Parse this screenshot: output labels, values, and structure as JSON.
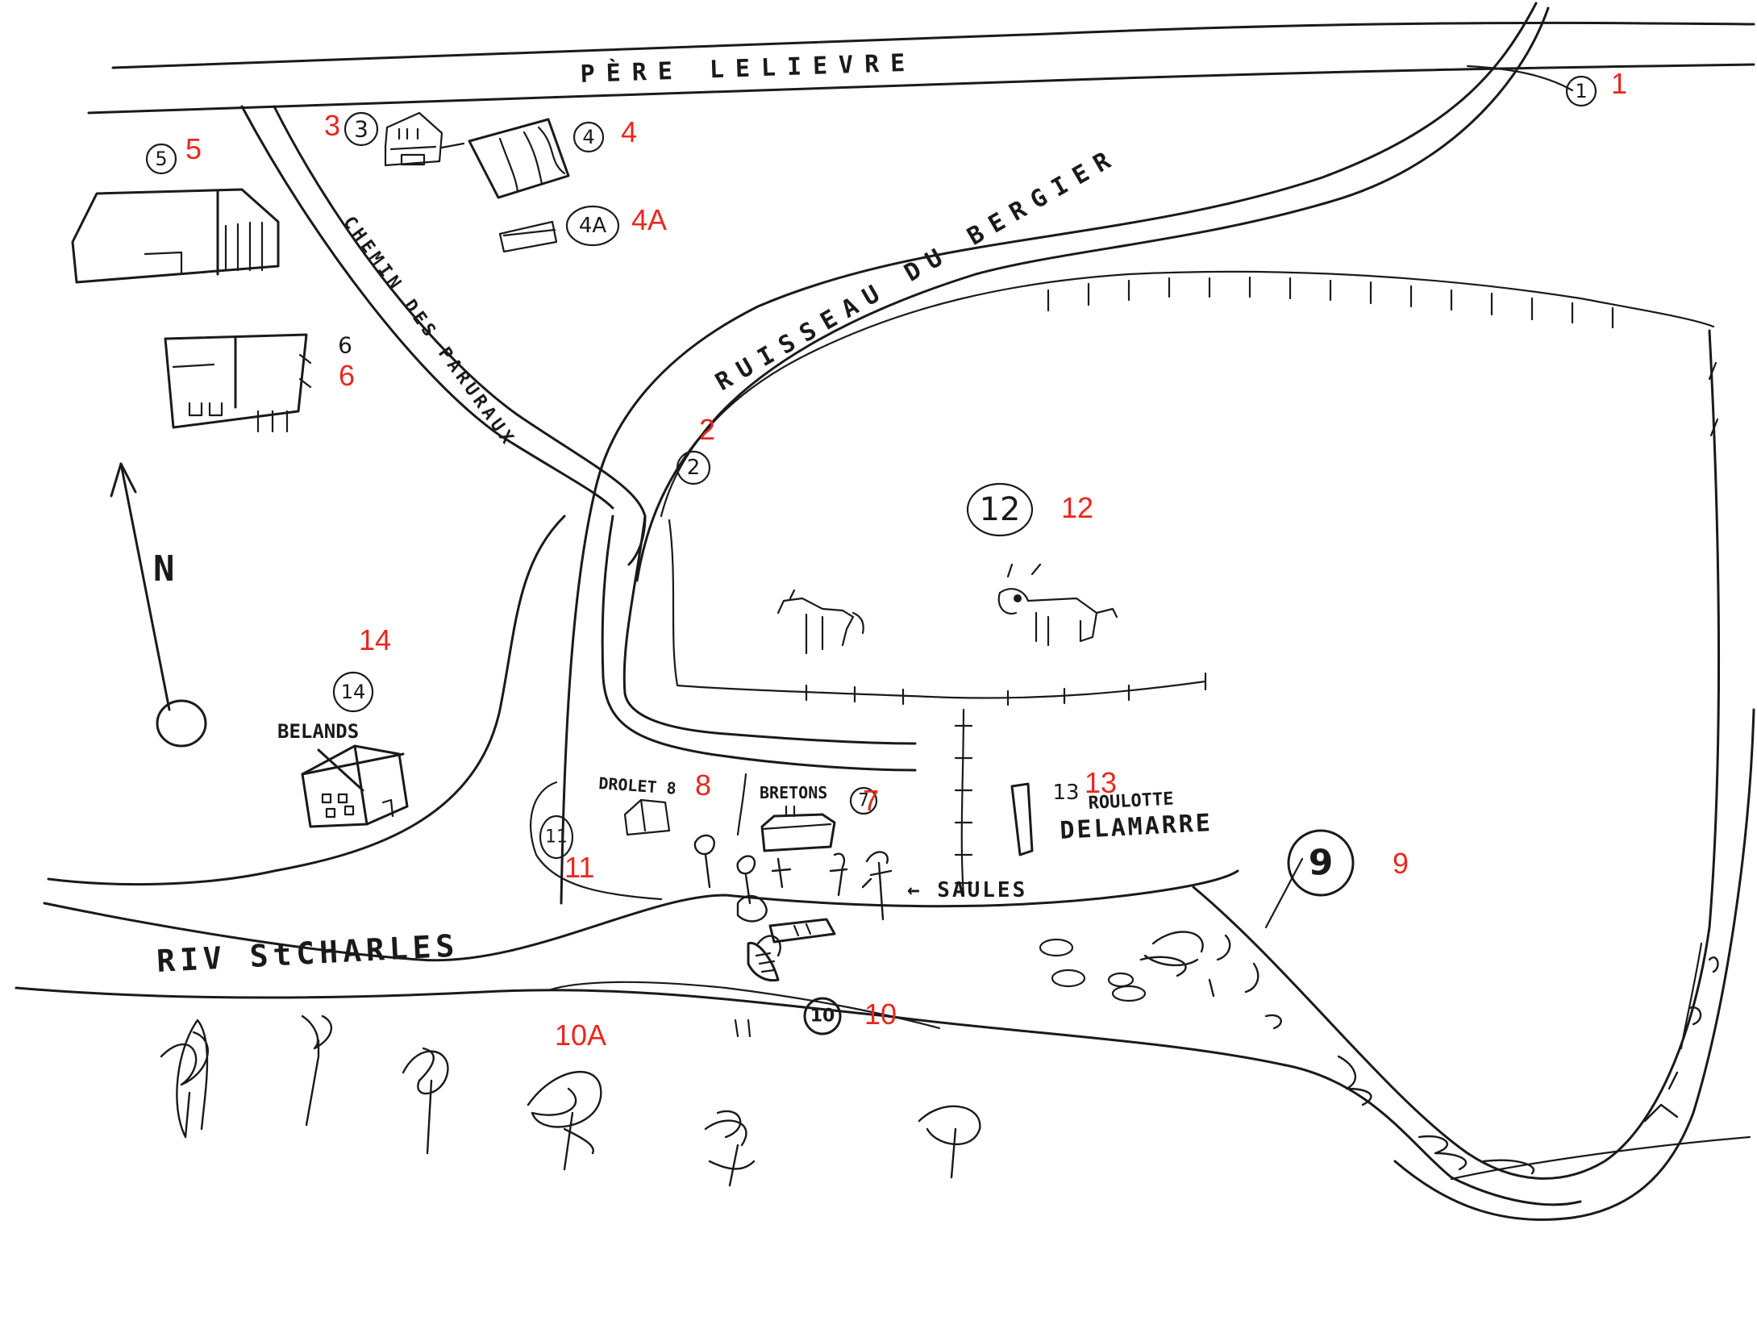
{
  "streets": {
    "top_road": "PÈRE LELIEVRE",
    "creek": "RUISSEAU DU BERGIER",
    "side_road": "CHEMIN DES PARURAUX",
    "river": "RIV StCHARLES"
  },
  "places": {
    "belands": "BELANDS",
    "drolet": "DROLET 8",
    "bretons": "BRETONS",
    "roulotte_line1": "ROULOTTE",
    "roulotte_line2": "DELAMARRE",
    "saules": "← SAULES",
    "north": "N"
  },
  "markers": [
    {
      "id": "1",
      "circled": "1",
      "red": "1"
    },
    {
      "id": "2",
      "circled": "2",
      "red": "2"
    },
    {
      "id": "3",
      "circled": "3",
      "red": "3"
    },
    {
      "id": "4",
      "circled": "4",
      "red": "4"
    },
    {
      "id": "4A",
      "circled": "4A",
      "red": "4A"
    },
    {
      "id": "5",
      "circled": "5",
      "red": "5"
    },
    {
      "id": "6",
      "circled": "6",
      "red": "6"
    },
    {
      "id": "7",
      "circled": "7",
      "red": "7"
    },
    {
      "id": "8",
      "circled": "8",
      "red": "8"
    },
    {
      "id": "9",
      "circled": "9",
      "red": "9"
    },
    {
      "id": "10",
      "circled": "10",
      "red": "10"
    },
    {
      "id": "10A",
      "circled": "",
      "red": "10A"
    },
    {
      "id": "11",
      "circled": "11",
      "red": "11"
    },
    {
      "id": "12",
      "circled": "12",
      "red": "12"
    },
    {
      "id": "13",
      "circled": "13",
      "red": "13"
    },
    {
      "id": "14",
      "circled": "14",
      "red": "14"
    }
  ],
  "colors": {
    "ink": "#1a1a1a",
    "annotation": "#e8281e",
    "paper": "#ffffff"
  }
}
